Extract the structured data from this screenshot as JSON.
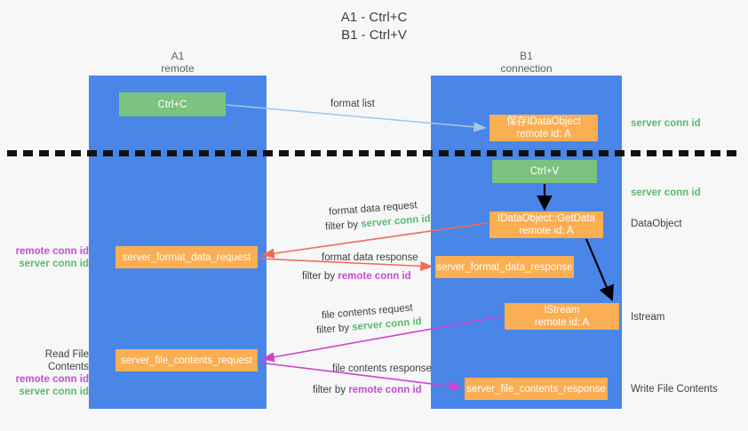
{
  "title": "A1 - Ctrl+C\nB1 - Ctrl+V",
  "columns": {
    "left": {
      "name": "A1",
      "role": "remote",
      "header": "A1\nremote"
    },
    "right": {
      "name": "B1",
      "role": "connection",
      "header": "B1\nconnection"
    }
  },
  "boxes": {
    "ctrl_c": {
      "label": "Ctrl+C",
      "color": "#7bc37e"
    },
    "save_dataobject": {
      "line1": "保存IDataObject",
      "line2": "remote id: A",
      "color": "#fbae52"
    },
    "ctrl_v": {
      "label": "Ctrl+V",
      "color": "#7bc37e"
    },
    "getdata": {
      "line1": "IDataObject::GetData",
      "line2": "remote id: A",
      "color": "#fbae52"
    },
    "format_data_request": {
      "label": "server_format_data_request",
      "color": "#fbae52"
    },
    "format_data_response": {
      "label": "server_format_data_response",
      "color": "#fbae52"
    },
    "istream": {
      "line1": "IStream",
      "line2": "remote id: A",
      "color": "#fbae52"
    },
    "file_contents_request": {
      "label": "server_file_contents_request",
      "color": "#fbae52"
    },
    "file_contents_response": {
      "label": "server_file_contents_response",
      "color": "#fbae52"
    }
  },
  "arrow_labels": {
    "format_list": "format list",
    "format_data_request": "format data request",
    "format_data_request_filter_prefix": "filter by ",
    "format_data_request_filter_value": "server conn id",
    "format_data_response": "format data response",
    "format_data_response_filter_prefix": "filter by ",
    "format_data_response_filter_value": "remote conn id",
    "file_contents_request": "file contents request",
    "file_contents_request_filter_prefix": "filter by ",
    "file_contents_request_filter_value": "server conn id",
    "file_contents_response": "file contents response",
    "file_contents_response_filter_prefix": "filter by ",
    "file_contents_response_filter_value": "remote conn id"
  },
  "side_labels": {
    "right": {
      "server_conn_id_top": "server conn id",
      "server_conn_id_mid": "server conn id",
      "dataobject": "DataObject",
      "istream": "Istream",
      "write_file_contents": "Write File Contents"
    },
    "left": {
      "remote_conn_id_1": "remote conn id",
      "server_conn_id_1": "server conn id",
      "read_file_contents": "Read File Contents",
      "remote_conn_id_2": "remote conn id",
      "server_conn_id_2": "server conn id"
    }
  },
  "colors": {
    "lane": "#4a86e8",
    "green_box": "#7bc37e",
    "orange_box": "#fbae52",
    "green_text": "#57bb6e",
    "purple_text": "#c050d0",
    "light_blue_arrow": "#a3c6ea",
    "red_arrow": "#ef6c5a",
    "magenta_arrow": "#cc44cc",
    "black_arrow": "#000000",
    "background": "#f7f7f7"
  }
}
